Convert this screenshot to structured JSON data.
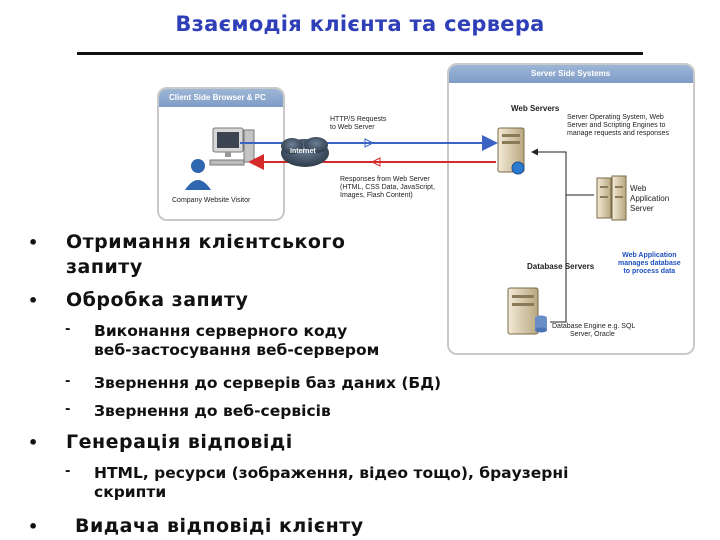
{
  "slide": {
    "title": "Взаємодія клієнта та сервера"
  },
  "diagram": {
    "client_panel_title": "Client Side Browser & PC",
    "client_label": "Company Website Visitor",
    "internet_label": "Internet",
    "request_label": [
      "HTTP/S Requests",
      "to Web Server"
    ],
    "response_label": [
      "Responses from Web Server",
      "(HTML, CSS Data, JavaScript,",
      "Images, Flash Content)"
    ],
    "server_panel_title": "Server Side Systems",
    "web_servers_label": "Web Servers",
    "web_servers_desc": [
      "Server Operating System, Web",
      "Server and Scripting Engines to",
      "manage requests and responses"
    ],
    "web_app_server_label": [
      "Web",
      "Application",
      "Server"
    ],
    "web_app_note": [
      "Web Application",
      "manages database",
      "to process data"
    ],
    "database_servers_label": "Database Servers",
    "database_engine_desc": [
      "Database Engine e.g. SQL",
      "Server, Oracle"
    ],
    "colors": {
      "request_arrow": "#3a63c4",
      "response_arrow": "#d42a2a"
    }
  },
  "bullets": {
    "b1": [
      "Отримання клієнтського",
      "запиту"
    ],
    "b2": "Обробка запиту",
    "b2_sub1": [
      "Виконання серверного коду",
      "веб-застосування веб-сервером"
    ],
    "b2_sub2": "Звернення до серверів баз даних (БД)",
    "b2_sub3": "Звернення до веб-сервісів",
    "b3": "Генерація відповіді",
    "b3_sub1": [
      "HTML, ресурси (зображення, відео тощо), браузерні",
      "скрипти"
    ],
    "b4": "Видача відповіді клієнту"
  }
}
